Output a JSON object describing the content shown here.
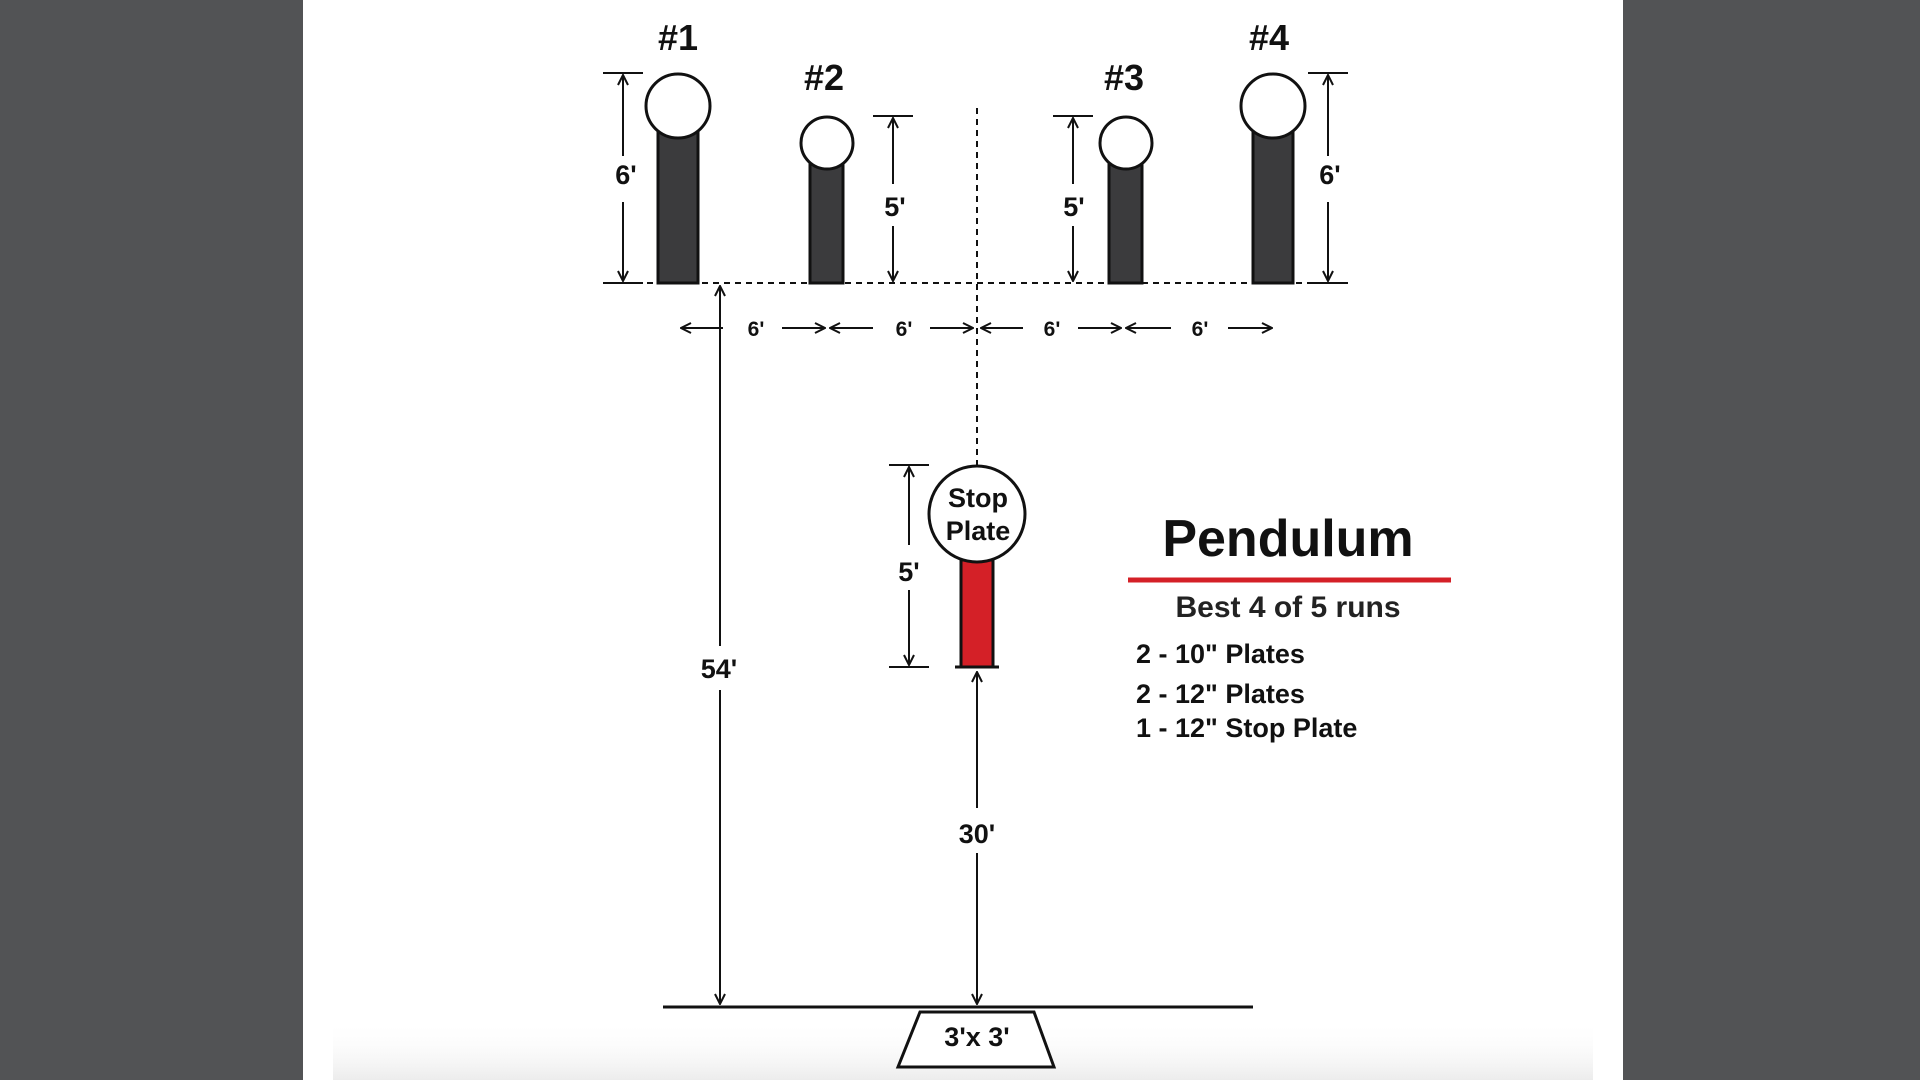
{
  "targets": [
    {
      "label": "#1",
      "height": "6'"
    },
    {
      "label": "#2",
      "height": "5'"
    },
    {
      "label": "#3",
      "height": "5'"
    },
    {
      "label": "#4",
      "height": "6'"
    }
  ],
  "spacing": [
    "6'",
    "6'",
    "6'",
    "6'"
  ],
  "stop_plate": {
    "line1": "Stop",
    "line2": "Plate",
    "height": "5'"
  },
  "distances": {
    "total": "54'",
    "stop": "30'"
  },
  "box": "3'x 3'",
  "info": {
    "title": "Pendulum",
    "subtitle": "Best 4 of 5 runs",
    "items": [
      "2 - 10\" Plates",
      "2 - 12\" Plates",
      "1 - 12\" Stop Plate"
    ]
  },
  "colors": {
    "viewer_bg": "#525355",
    "page": "#ffffff",
    "ink": "#111111",
    "post": "#3b3b3d",
    "stop_post": "#d42027",
    "accent_rule": "#d42027"
  }
}
